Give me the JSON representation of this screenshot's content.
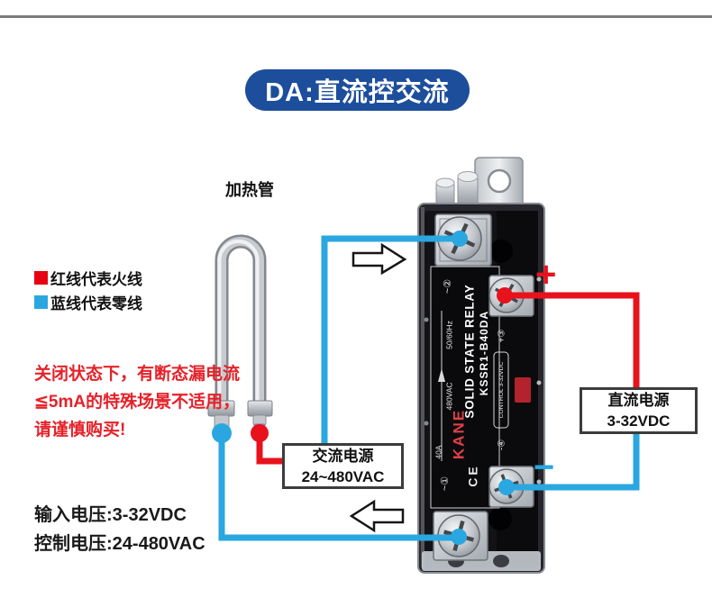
{
  "title": {
    "label": "DA:直流控交流",
    "bg_color": "#1d4e9c",
    "text_color": "#ffffff"
  },
  "heater": {
    "label": "加热管"
  },
  "legend": {
    "items": [
      {
        "label": "红线代表火线",
        "color": "#e60012"
      },
      {
        "label": "蓝线代表零线",
        "color": "#2aa7e0"
      }
    ]
  },
  "warning": {
    "color": "#e62129",
    "lines": [
      "关闭状态下，有断态漏电流",
      "≦5mA的特殊场景不适用，",
      "请谨慎购买!"
    ]
  },
  "specs": {
    "lines": [
      "输入电压:3-32VDC",
      "控制电压:24-480VAC"
    ]
  },
  "ac_source": {
    "name": "交流电源",
    "range": "24~480VAC"
  },
  "dc_source": {
    "name": "直流电源",
    "range": "3-32VDC"
  },
  "polarity": {
    "plus": "+",
    "minus": "−"
  },
  "relay": {
    "product": "SOLID STATE RELAY",
    "model": "KSSR1-B40DA",
    "brand": "KANE",
    "brand_color": "#e04048",
    "frequency": "50/60Hz",
    "load_voltage": "480VAC",
    "load_current": "40A",
    "control": "CONTROL 3-32VDC",
    "cert": "CE",
    "terminal_1": "~①",
    "terminal_2": "~②",
    "terminal_3": "+③",
    "terminal_4": "-④"
  },
  "colors": {
    "wire_blue": "#2aa7e0",
    "wire_red": "#e8121c",
    "divider_gray": "#7b7b7b"
  }
}
